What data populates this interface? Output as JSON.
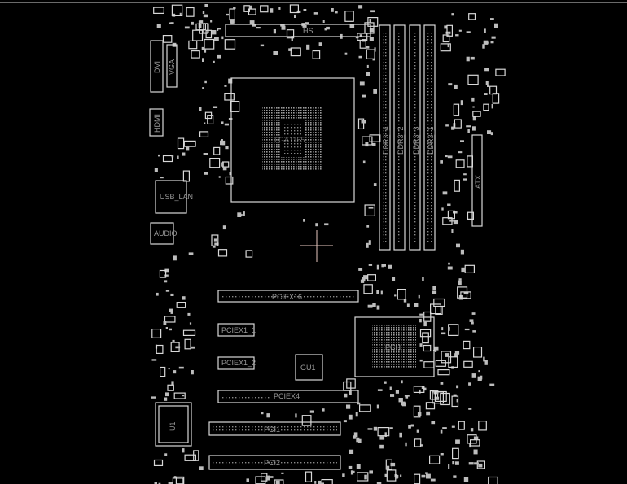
{
  "board": {
    "labels": {
      "dvi": "DVI",
      "vga": "VGA",
      "hdmi": "HDMI",
      "usb_lan": "USB_LAN",
      "audio": "AUDIO",
      "hs": "HS",
      "cpu": "LGA1155",
      "ddr3_4": "DDR3_4",
      "ddr3_2": "DDR3_2",
      "ddr3_3": "DDR3_3",
      "ddr3_1": "DDR3_1",
      "atx": "ATX",
      "pciex16": "PCIEX16",
      "pciex1_1": "PCIEX1_1",
      "pciex1_2": "PCIEX1_2",
      "gu1": "GU1",
      "pciex4": "PCIEX4",
      "pci1": "PCI1",
      "pci2": "PCI2",
      "u1": "U1",
      "pch": "PCH"
    },
    "colors": {
      "background": "#000000",
      "outline": "#d8d8d8",
      "cursor": "#e8c8c0"
    }
  }
}
